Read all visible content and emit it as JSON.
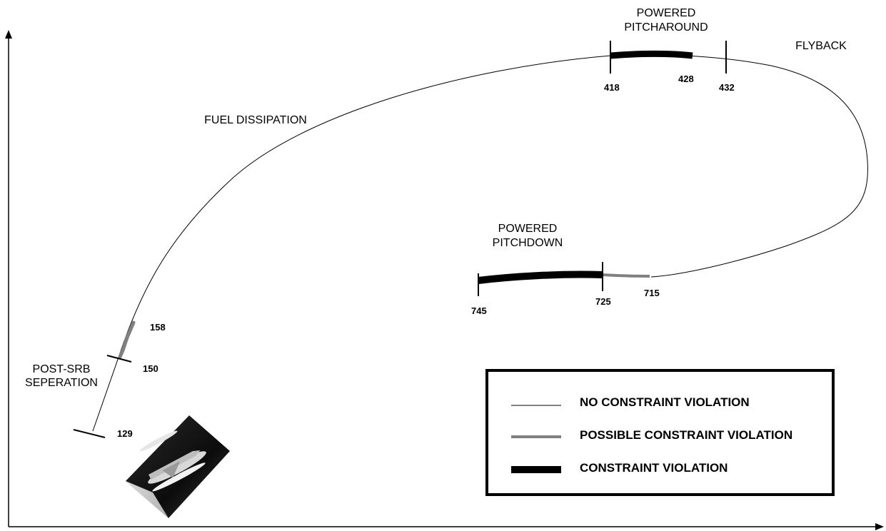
{
  "phases": {
    "post_srb_line1": "POST-SRB",
    "post_srb_line2": "SEPERATION",
    "fuel_dissipation": "FUEL DISSIPATION",
    "pitcharound_line1": "POWERED",
    "pitcharound_line2": "PITCHAROUND",
    "flyback": "FLYBACK",
    "pitchdown_line1": "POWERED",
    "pitchdown_line2": "PITCHDOWN"
  },
  "markers": {
    "m129": "129",
    "m150": "150",
    "m158": "158",
    "m418": "418",
    "m428": "428",
    "m432": "432",
    "m715": "715",
    "m725": "725",
    "m745": "745"
  },
  "legend": {
    "no_violation": "NO CONSTRAINT VIOLATION",
    "possible_violation": "POSSIBLE CONSTRAINT VIOLATION",
    "violation": "CONSTRAINT VIOLATION"
  },
  "colors": {
    "no_violation": "#000000",
    "possible_violation": "#808080",
    "violation": "#000000"
  },
  "icons": {
    "vehicle": "space-shuttle-icon"
  }
}
